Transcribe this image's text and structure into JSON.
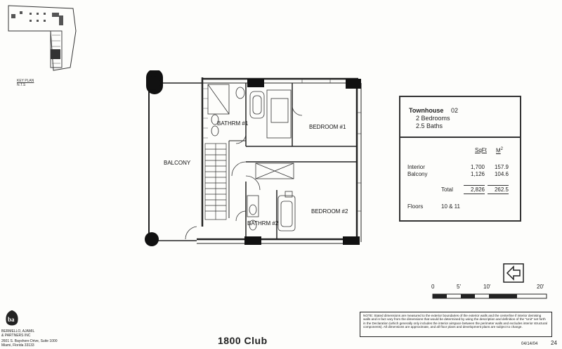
{
  "key_plan": {
    "title": "KEY PLAN",
    "subtitle": "N.T.S"
  },
  "rooms": {
    "balcony": "BALCONY",
    "bathrm1": "BATHRM #1",
    "bedroom1": "BEDROOM #1",
    "bedroom2": "BEDROOM #2",
    "bathrm2": "BATHRM #2"
  },
  "unit_info": {
    "name": "Townhouse",
    "number": "02",
    "bedrooms": "2 Bedrooms",
    "baths": "2.5 Baths",
    "col_sqft": "SqFt",
    "col_m2": "M",
    "col_m2_sup": "2",
    "rows": [
      {
        "label": "Interior",
        "sqft": "1,700",
        "m2": "157.9"
      },
      {
        "label": "Balcony",
        "sqft": "1,126",
        "m2": "104.6"
      }
    ],
    "total_label": "Total",
    "total_sqft": "2,826",
    "total_m2": "262.5",
    "floors_label": "Floors",
    "floors_value": "10 & 11"
  },
  "scale": {
    "ticks": [
      "0",
      "5'",
      "10'",
      "20'"
    ]
  },
  "project_title": "1800 Club",
  "firm": {
    "line1": "BERMELLO, AJAMIL",
    "line2": "& PARTNERS INC",
    "line3": "2601 S. Bayshore Drive, Suite 1000",
    "line4": "Miami, Florida 33133"
  },
  "note": "NOTE: Stated dimensions are measured to the exterior boundaries of the exterior walls and the centerline if interior demising walls and in fact vary from the dimensions that would be determined by using the description and definition of the \"Unit\" set forth in the Declaration (which generally only includes the interior airspace between the perimeter walls and excludes interior structural components). All dimensions are approximate, and all floor plans and development plans are subject to change.",
  "date": "04/14/04",
  "page": "24"
}
